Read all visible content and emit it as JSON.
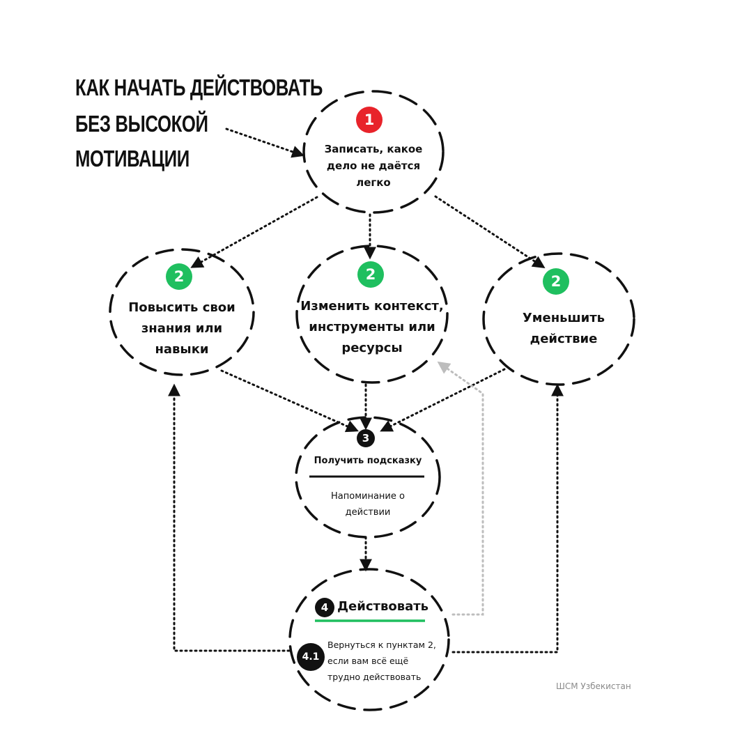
{
  "title": {
    "line1": "КАК НАЧАТЬ ДЕЙСТВОВАТЬ",
    "line2": "БЕЗ ВЫСОКОЙ",
    "line3": "МОТИВАЦИИ"
  },
  "nodes": {
    "step1": {
      "badge": "1",
      "line1": "Записать, какое",
      "line2": "дело не даётся",
      "line3": "легко"
    },
    "step2a": {
      "badge": "2",
      "line1": "Повысить свои",
      "line2": "знания или",
      "line3": "навыки"
    },
    "step2b": {
      "badge": "2",
      "line1": "Изменить контекст,",
      "line2": "инструменты или",
      "line3": "ресурсы"
    },
    "step2c": {
      "badge": "2",
      "line1": "Уменьшить",
      "line2": "действие"
    },
    "step3": {
      "badge": "3",
      "heading": "Получить подсказку",
      "line1": "Напоминание о",
      "line2": "действии"
    },
    "step4": {
      "badge": "4",
      "heading": "Действовать"
    },
    "step41": {
      "badge": "4.1",
      "line1": "Вернуться к пунктам 2,",
      "line2": "если вам всё ещё",
      "line3": "трудно действовать"
    }
  },
  "credit": "ШСМ Узбекистан",
  "colors": {
    "badge_red": "#e8232a",
    "badge_green": "#1fbf5f",
    "badge_black": "#111111",
    "underline_green": "#1fbf5f",
    "arrow_gray": "#bdbdbd"
  }
}
